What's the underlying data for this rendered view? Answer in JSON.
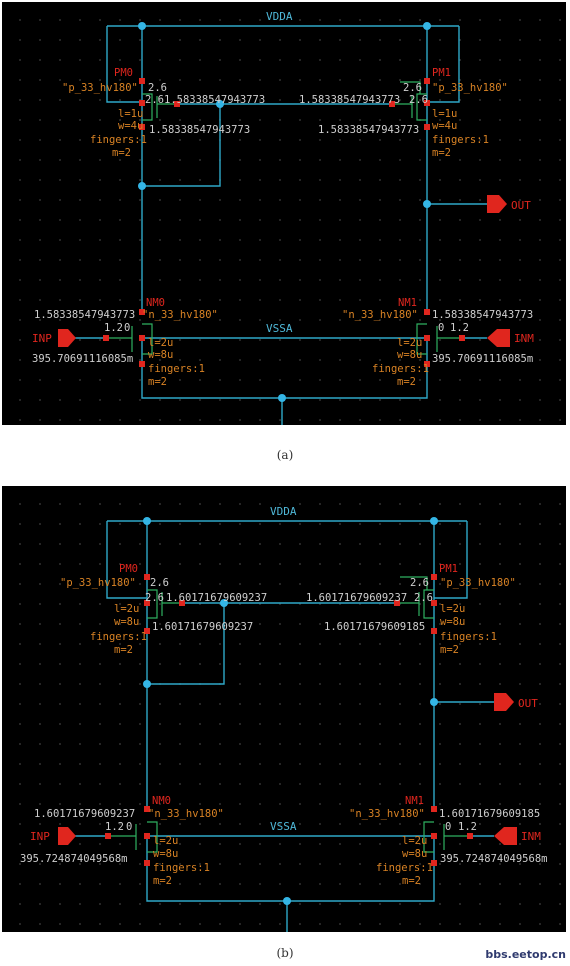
{
  "panels": [
    {
      "id": "a",
      "net_top": "VDDA",
      "net_bottom": "VSSA",
      "out_label": "OUT",
      "inp_label": "INP",
      "inm_label": "INM",
      "pm0": {
        "name": "PM0",
        "model": "\"p_33_hv180\"",
        "l": "l=1u",
        "w": "w=4u",
        "fingers": "fingers:1",
        "m": "m=2",
        "v_top": "2.6",
        "v_mid": "2.6",
        "v_gate": "1.58338547943773",
        "v_drain": "1.58338547943773"
      },
      "pm1": {
        "name": "PM1",
        "model": "\"p_33_hv180\"",
        "l": "l=1u",
        "w": "w=4u",
        "fingers": "fingers:1",
        "m": "m=2",
        "v_top": "2.6",
        "v_mid": "2.6",
        "v_gate": "1.58338547943773",
        "v_drain": "1.58338547943773"
      },
      "nm0": {
        "name": "NM0",
        "model": "\"n_33_hv180\"",
        "l": "l=2u",
        "w": "w=8u",
        "fingers": "fingers:1",
        "m": "m=2",
        "v_drain": "1.58338547943773",
        "v_gate": "1.2",
        "v_bulk": "0",
        "v_source": "395.70691116085m"
      },
      "nm1": {
        "name": "NM1",
        "model": "\"n_33_hv180\"",
        "l": "l=2u",
        "w": "w=8u",
        "fingers": "fingers:1",
        "m": "m=2",
        "v_drain": "1.58338547943773",
        "v_gate": "1.2",
        "v_bulk": "0",
        "v_source": "395.70691116085m"
      }
    },
    {
      "id": "b",
      "net_top": "VDDA",
      "net_bottom": "VSSA",
      "out_label": "OUT",
      "inp_label": "INP",
      "inm_label": "INM",
      "pm0": {
        "name": "PM0",
        "model": "\"p_33_hv180\"",
        "l": "l=2u",
        "w": "w=8u",
        "fingers": "fingers:1",
        "m": "m=2",
        "v_top": "2.6",
        "v_mid": "2.6",
        "v_gate": "1.60171679609237",
        "v_drain": "1.60171679609237"
      },
      "pm1": {
        "name": "PM1",
        "model": "\"p_33_hv180\"",
        "l": "l=2u",
        "w": "w=8u",
        "fingers": "fingers:1",
        "m": "m=2",
        "v_top": "2.6",
        "v_mid": "2.6",
        "v_gate": "1.60171679609237",
        "v_drain": "1.60171679609185"
      },
      "nm0": {
        "name": "NM0",
        "model": "\"n_33_hv180\"",
        "l": "l=2u",
        "w": "w=8u",
        "fingers": "fingers:1",
        "m": "m=2",
        "v_drain": "1.60171679609237",
        "v_gate": "1.2",
        "v_bulk": "0",
        "v_source": "395.724874049568m"
      },
      "nm1": {
        "name": "NM1",
        "model": "\"n_33_hv180\"",
        "l": "l=2u",
        "w": "w=8u",
        "fingers": "fingers:1",
        "m": "m=2",
        "v_drain": "1.60171679609185",
        "v_gate": "1.2",
        "v_bulk": "0",
        "v_source": "395.724874049568m"
      }
    }
  ],
  "captions": {
    "a": "(a)",
    "b": "(b)"
  },
  "watermark": "bbs.eetop.cn",
  "colors": {
    "wire": "#2fa8c8",
    "pin": "#e0261e",
    "annotation": "#cfcfcf",
    "instance": "#d88224",
    "device": "#2fb061"
  }
}
